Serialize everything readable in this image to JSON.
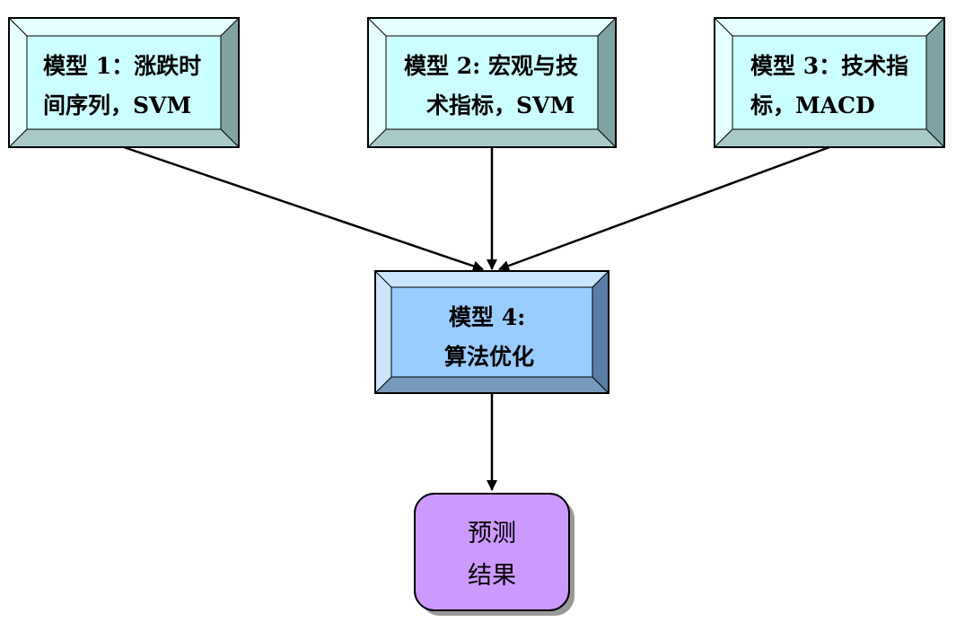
{
  "nodes": {
    "model1": {
      "line1": "模型 1：涨跌时",
      "line2": "间序列，SVM"
    },
    "model2": {
      "line1": "模型 2: 宏观与技",
      "line2": "术指标，SVM"
    },
    "model3": {
      "line1": "模型 3：技术指",
      "line2": "标，MACD"
    },
    "model4": {
      "line1": "模型 4:",
      "line2": "算法优化"
    },
    "result": {
      "line1": "预测",
      "line2": "结果"
    }
  },
  "colors": {
    "input_box_face": "#ccffff",
    "input_box_bevel_light": "#e6ffff",
    "input_box_bevel_dark": "#7fa3a3",
    "algo_box_face": "#99ccff",
    "algo_box_bevel_light": "#cce5ff",
    "algo_box_bevel_dark": "#5b7ea6",
    "result_fill": "#cc99ff",
    "result_shadow": "#999999",
    "edge": "#000000"
  },
  "edges": [
    {
      "from": "model1",
      "to": "model4"
    },
    {
      "from": "model2",
      "to": "model4"
    },
    {
      "from": "model3",
      "to": "model4"
    },
    {
      "from": "model4",
      "to": "result"
    }
  ]
}
